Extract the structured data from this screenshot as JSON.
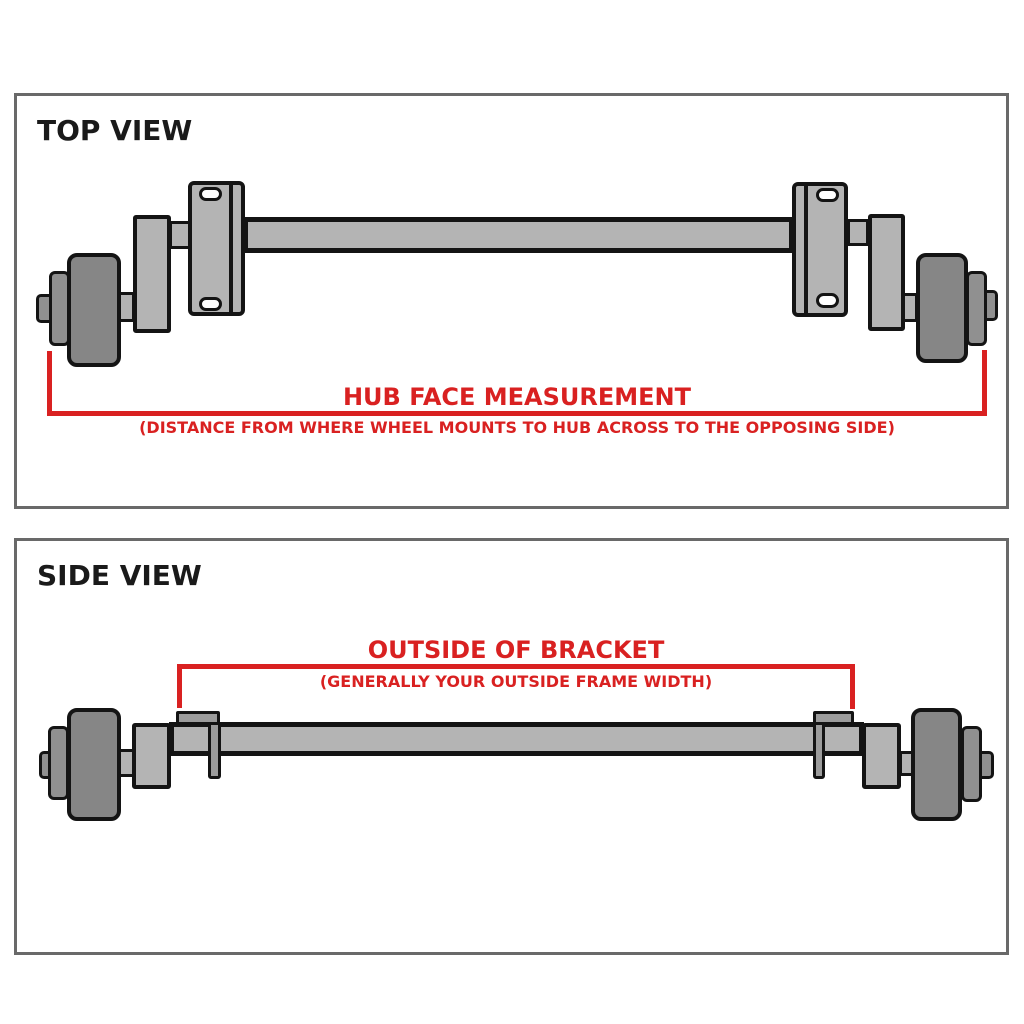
{
  "panels": [
    {
      "id": "top-view",
      "title": "TOP VIEW",
      "annotation": {
        "title": "HUB FACE MEASUREMENT",
        "subtitle": "(DISTANCE FROM WHERE WHEEL MOUNTS TO HUB ACROSS TO THE OPPOSING SIDE)"
      }
    },
    {
      "id": "side-view",
      "title": "SIDE VIEW",
      "annotation": {
        "title": "OUTSIDE OF BRACKET",
        "subtitle": "(GENERALLY YOUR OUTSIDE FRAME WIDTH)"
      }
    }
  ],
  "colors": {
    "accent_red": "#d92121",
    "outline_black": "#141414",
    "steel_light_gray": "#b4b4b4",
    "bracket_mid_gray": "#9c9c9c",
    "hub_dark_gray": "#868686",
    "cap_mid_gray": "#909090",
    "panel_border_gray": "#696969",
    "title_text": "#1a1a1a",
    "page_background": "#ffffff"
  }
}
